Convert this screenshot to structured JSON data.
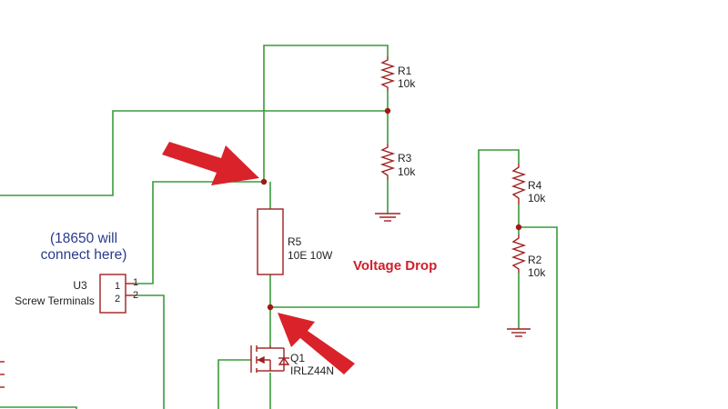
{
  "diagram": {
    "components": {
      "r1": {
        "ref": "R1",
        "value": "10k"
      },
      "r2": {
        "ref": "R2",
        "value": "10k"
      },
      "r3": {
        "ref": "R3",
        "value": "10k"
      },
      "r4": {
        "ref": "R4",
        "value": "10k"
      },
      "r5": {
        "ref": "R5",
        "value": "10E 10W"
      },
      "q1": {
        "ref": "Q1",
        "value": "IRLZ44N"
      },
      "u3": {
        "ref": "U3",
        "value": "Screw Terminals",
        "pin1": "1",
        "pin2": "2"
      }
    },
    "annotations": {
      "battery_note_line1": "(18650 will",
      "battery_note_line2": "connect here)",
      "voltage_drop": "Voltage Drop"
    },
    "colors": {
      "wire": "#3a9a3a",
      "component": "#a02020",
      "junction": "#a01818",
      "arrow": "#d9222a",
      "note_blue": "#2a3a8a",
      "note_red": "#d0202a"
    }
  }
}
